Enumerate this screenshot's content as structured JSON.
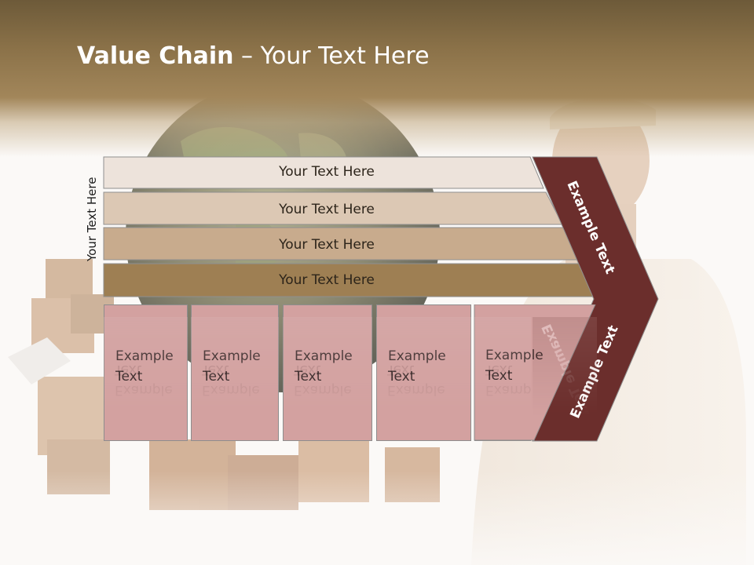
{
  "slide": {
    "title_bold": "Value Chain",
    "title_rest": " – Your Text Here",
    "side_label": "Your Text Here",
    "bars": [
      {
        "label": "Your Text Here",
        "color": "#ede3db"
      },
      {
        "label": "Your Text Here",
        "color": "#dcc8b4"
      },
      {
        "label": "Your Text Here",
        "color": "#c8ab8d"
      },
      {
        "label": "Your Text Here",
        "color": "#9e7f53"
      }
    ],
    "boxes": [
      {
        "line1": "Example",
        "line2": "Text"
      },
      {
        "line1": "Example",
        "line2": "Text"
      },
      {
        "line1": "Example",
        "line2": "Text"
      },
      {
        "line1": "Example",
        "line2": "Text"
      },
      {
        "line1": "Example",
        "line2": "Text"
      }
    ],
    "arrow_top_label": "Example Text",
    "arrow_bottom_label": "Example Text",
    "colors": {
      "box_fill": "#d3a1a0",
      "arrow_fill": "#6b2e2c",
      "header_brown": "#8a7148"
    },
    "images": [
      "globe",
      "delivery-man",
      "cardboard-boxes"
    ]
  }
}
